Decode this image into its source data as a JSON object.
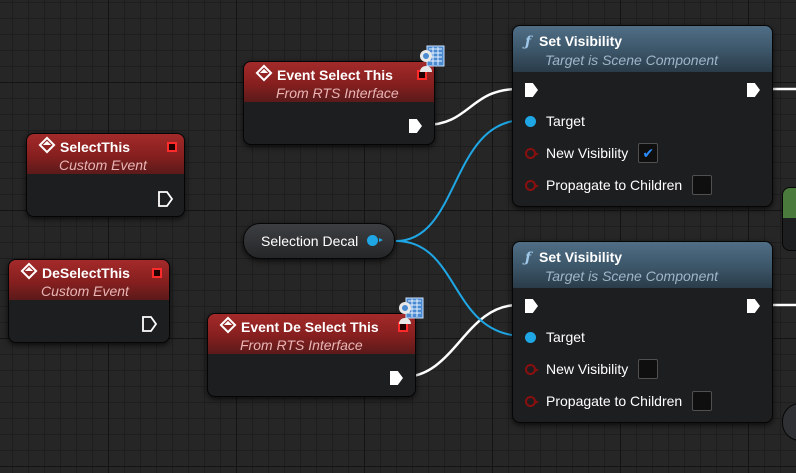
{
  "colors": {
    "event_header": "#861f1f",
    "function_header": "#3c5568",
    "object_pin": "#1fa6e4",
    "bool_pin": "#8a1010",
    "exec_wire": "#ffffff",
    "checkbox_accent": "#2a8cff"
  },
  "nodes": {
    "select_this": {
      "title": "SelectThis",
      "subtitle": "Custom Event",
      "icon": "event-diamond-icon"
    },
    "deselect_this": {
      "title": "DeSelectThis",
      "subtitle": "Custom Event",
      "icon": "event-diamond-icon"
    },
    "event_select": {
      "title": "Event Select This",
      "subtitle": "From RTS Interface",
      "icon": "event-diamond-icon",
      "badge_icon": "interface-icon"
    },
    "event_deselect": {
      "title": "Event De Select This",
      "subtitle": "From RTS Interface",
      "icon": "event-diamond-icon",
      "badge_icon": "interface-icon"
    },
    "set_vis_1": {
      "func_glyph": "ƒ",
      "title": "Set Visibility",
      "subtitle": "Target is Scene Component",
      "pins": {
        "target": "Target",
        "new_visibility": "New Visibility",
        "propagate": "Propagate to Children"
      },
      "new_visibility_checked": true,
      "propagate_checked": false
    },
    "set_vis_2": {
      "func_glyph": "ƒ",
      "title": "Set Visibility",
      "subtitle": "Target is Scene Component",
      "pins": {
        "target": "Target",
        "new_visibility": "New Visibility",
        "propagate": "Propagate to Children"
      },
      "new_visibility_checked": false,
      "propagate_checked": false
    },
    "selection_decal": {
      "label": "Selection Decal"
    }
  }
}
